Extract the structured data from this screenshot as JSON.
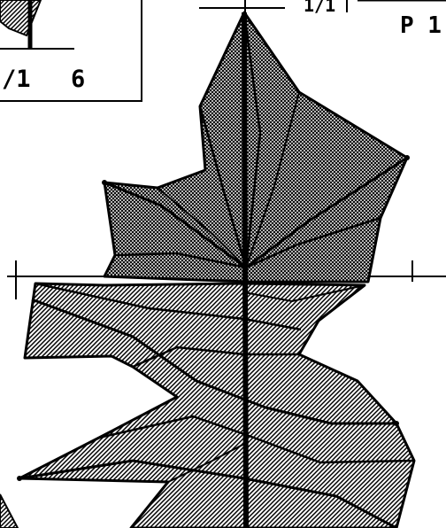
{
  "inset": {
    "fraction_label": "/1",
    "number_label": "6"
  },
  "header": {
    "fraction_fragment": "1/1",
    "page_label": "P 1"
  },
  "colors": {
    "ink": "#000000",
    "paper": "#ffffff"
  }
}
